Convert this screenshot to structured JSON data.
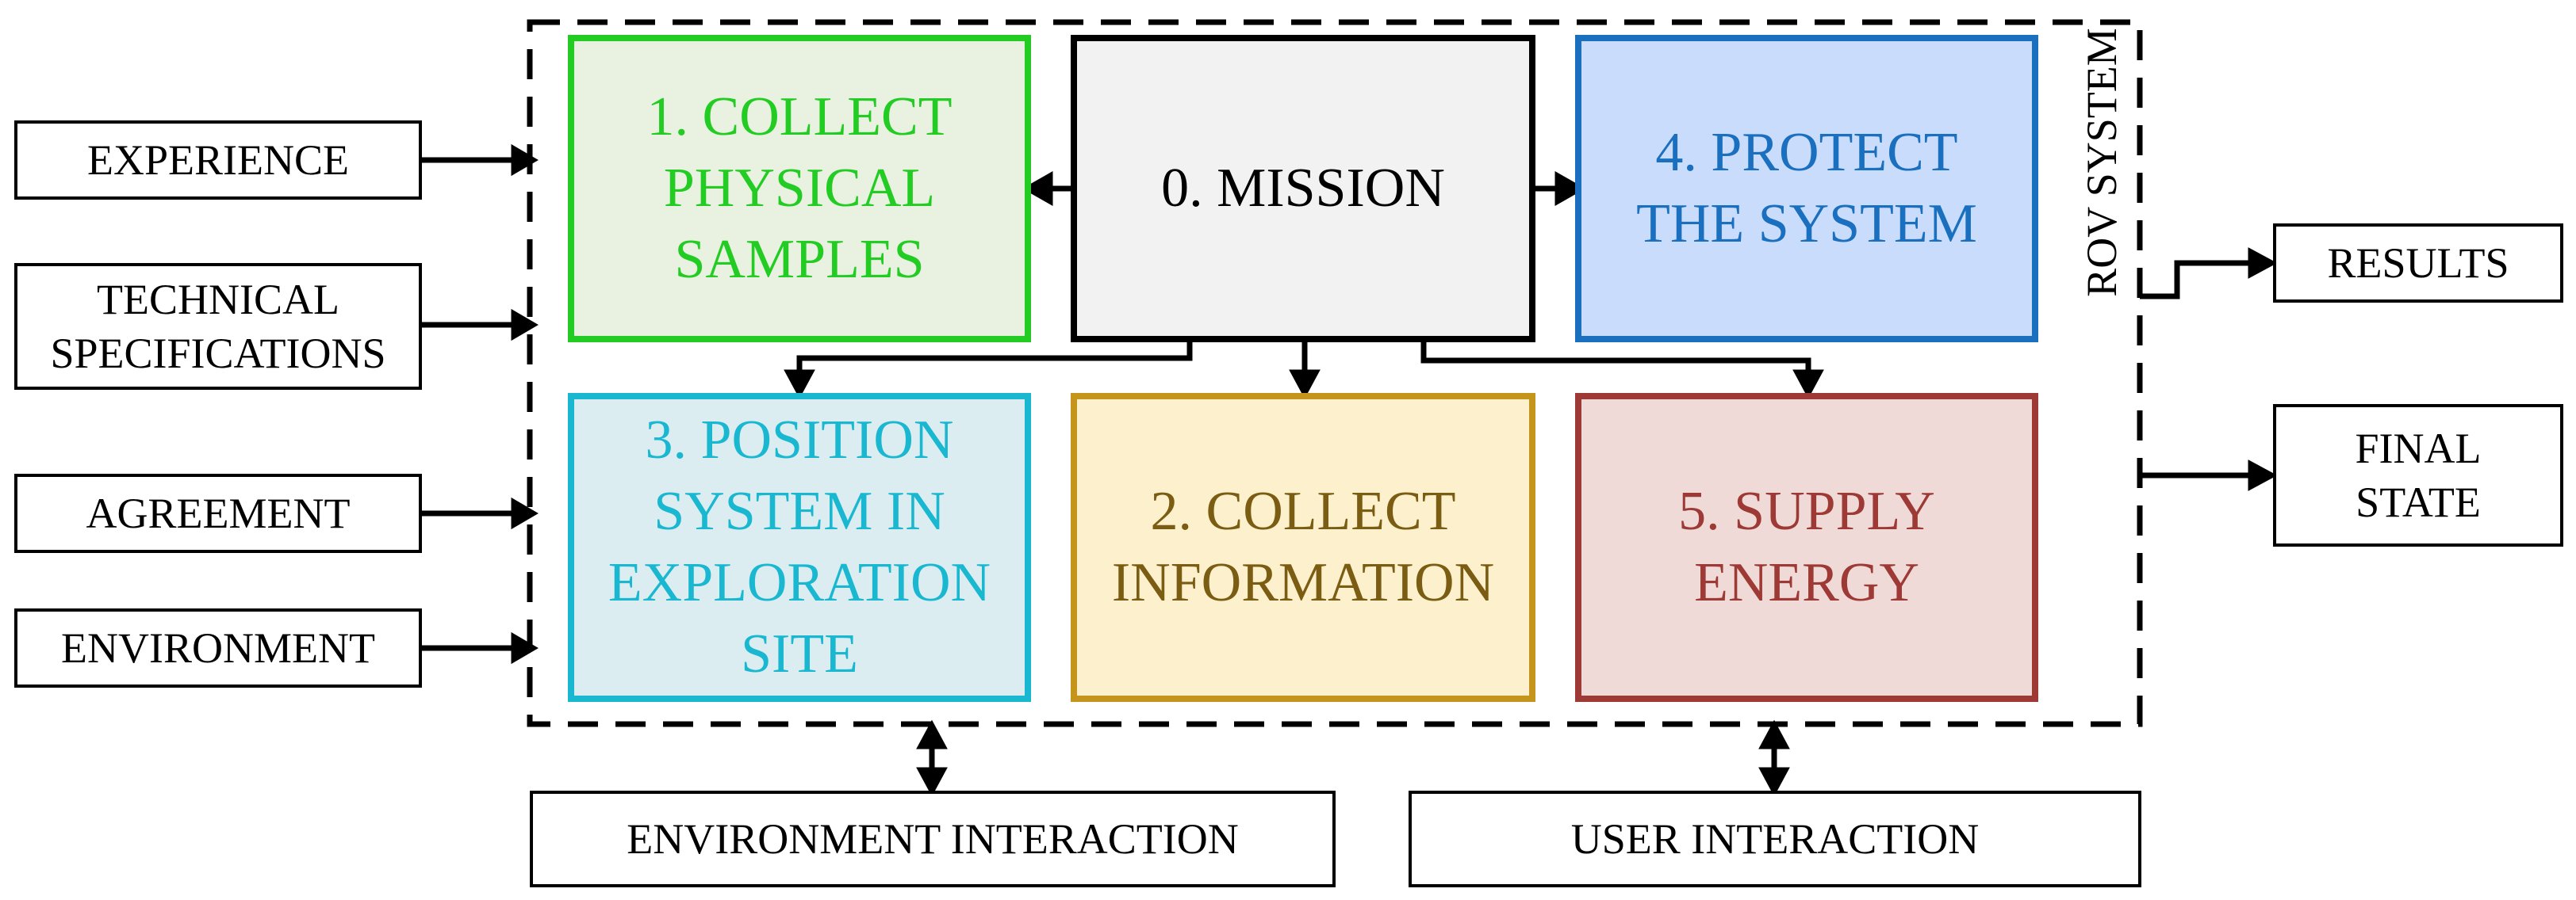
{
  "diagram": {
    "system_label": "ROV SYSTEM",
    "inputs": [
      {
        "id": "experience",
        "lines": [
          "EXPERIENCE"
        ]
      },
      {
        "id": "technical",
        "lines": [
          "TECHNICAL",
          "SPECIFICATIONS"
        ]
      },
      {
        "id": "agreement",
        "lines": [
          "AGREEMENT"
        ]
      },
      {
        "id": "environment",
        "lines": [
          "ENVIRONMENT"
        ]
      }
    ],
    "outputs": [
      {
        "id": "results",
        "lines": [
          "RESULTS"
        ]
      },
      {
        "id": "final-state",
        "lines": [
          "FINAL",
          "STATE"
        ]
      }
    ],
    "functions": [
      {
        "id": "collect-samples",
        "lines": [
          "1. COLLECT",
          "PHYSICAL",
          "SAMPLES"
        ],
        "border": "#22cc22",
        "fill": "#e9f1e1",
        "text": "#22cc22"
      },
      {
        "id": "mission",
        "lines": [
          "0. MISSION"
        ],
        "border": "#000000",
        "fill": "#f2f2f2",
        "text": "#000000"
      },
      {
        "id": "protect",
        "lines": [
          "4. PROTECT",
          "THE SYSTEM"
        ],
        "border": "#1a6fbf",
        "fill": "#c9dcfb",
        "text": "#1a6fbf"
      },
      {
        "id": "position",
        "lines": [
          "3. POSITION",
          "SYSTEM IN",
          "EXPLORATION",
          "SITE"
        ],
        "border": "#19b8d0",
        "fill": "#dcedf2",
        "text": "#19b8d0"
      },
      {
        "id": "collect-info",
        "lines": [
          "2. COLLECT",
          "INFORMATION"
        ],
        "border": "#c4951a",
        "fill": "#fdf0cc",
        "text": "#7a5c12"
      },
      {
        "id": "supply-energy",
        "lines": [
          "5. SUPPLY",
          "ENERGY"
        ],
        "border": "#9e3a35",
        "fill": "#efdad8",
        "text": "#9e3a35"
      }
    ],
    "interactions": [
      {
        "id": "environment-interaction",
        "label": "ENVIRONMENT INTERACTION"
      },
      {
        "id": "user-interaction",
        "label": "USER INTERACTION"
      }
    ]
  }
}
